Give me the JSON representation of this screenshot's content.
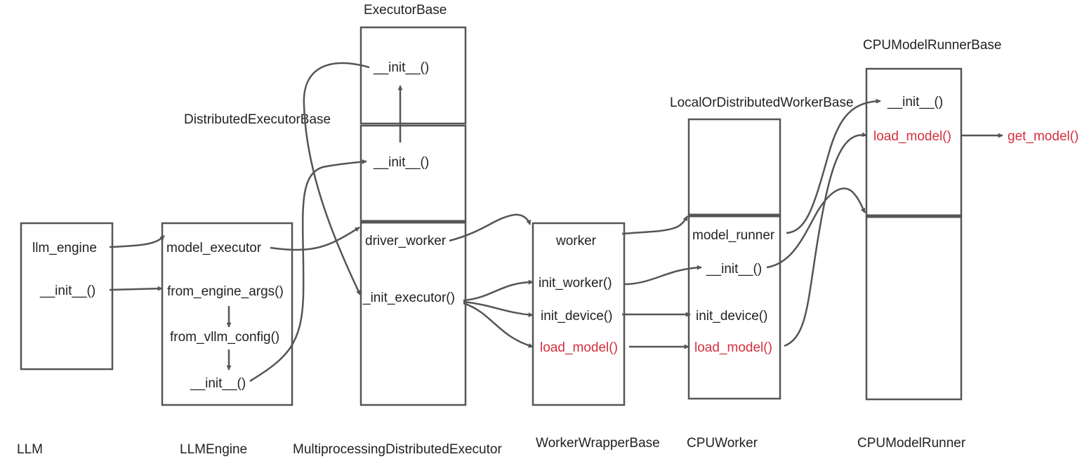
{
  "colors": {
    "line": "#555555",
    "text": "#222222",
    "highlight": "#d42f3f"
  },
  "classes": {
    "llm": "LLM",
    "llm_engine": "LLMEngine",
    "mp_executor": "MultiprocessingDistributedExecutor",
    "executor_base": "ExecutorBase",
    "distributed_executor_base": "DistributedExecutorBase",
    "worker_wrapper_base": "WorkerWrapperBase",
    "local_or_distributed_worker_base": "LocalOrDistributedWorkerBase",
    "cpu_worker": "CPUWorker",
    "cpu_model_runner_base": "CPUModelRunnerBase",
    "cpu_model_runner": "CPUModelRunner"
  },
  "members": {
    "llm_llm_engine": "llm_engine",
    "llm_init": "__init__()",
    "engine_model_executor": "model_executor",
    "engine_from_engine_args": "from_engine_args()",
    "engine_from_vllm_config": "from_vllm_config()",
    "engine_init": "__init__()",
    "executor_base_init": "__init__()",
    "distributed_init": "__init__()",
    "mp_driver_worker": "driver_worker",
    "mp_init_executor": "_init_executor()",
    "wrapper_worker": "worker",
    "wrapper_init_worker": "init_worker()",
    "wrapper_init_device": "init_device()",
    "wrapper_load_model": "load_model()",
    "cpu_worker_model_runner": "model_runner",
    "cpu_worker_init": "__init__()",
    "cpu_worker_init_device": "init_device()",
    "cpu_worker_load_model": "load_model()",
    "runner_base_init": "__init__()",
    "runner_base_load_model": "load_model()",
    "get_model": "get_model()"
  }
}
